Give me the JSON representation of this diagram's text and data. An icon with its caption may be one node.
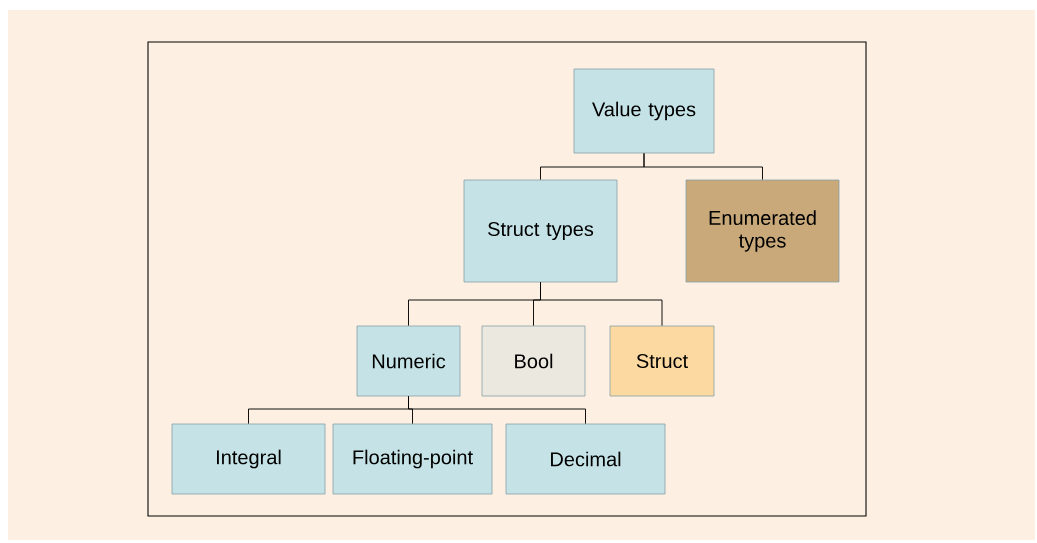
{
  "diagram": {
    "nodes": [
      {
        "text": [
          "Value types"
        ]
      },
      {
        "text": [
          "Struct types"
        ]
      },
      {
        "text": [
          "Enumerated types"
        ]
      },
      {
        "text": [
          "Numeric"
        ]
      },
      {
        "text": [
          "Bool"
        ]
      },
      {
        "text": [
          "Struct"
        ]
      },
      {
        "text": [
          "Integral"
        ]
      },
      {
        "text": [
          "Floating-point"
        ]
      },
      {
        "text": [
          "Decimal"
        ]
      }
    ],
    "edges": [
      {
        "from": 0,
        "to": 1,
        "arrow": "none"
      },
      {
        "from": 0,
        "to": 2,
        "arrow": "none"
      },
      {
        "from": 1,
        "to": 3,
        "arrow": "none"
      },
      {
        "from": 1,
        "to": 4,
        "arrow": "none"
      },
      {
        "from": 1,
        "to": 5,
        "arrow": "none"
      },
      {
        "from": 3,
        "to": 6,
        "arrow": "none"
      },
      {
        "from": 3,
        "to": 7,
        "arrow": "none"
      },
      {
        "from": 3,
        "to": 8,
        "arrow": "none"
      }
    ]
  }
}
